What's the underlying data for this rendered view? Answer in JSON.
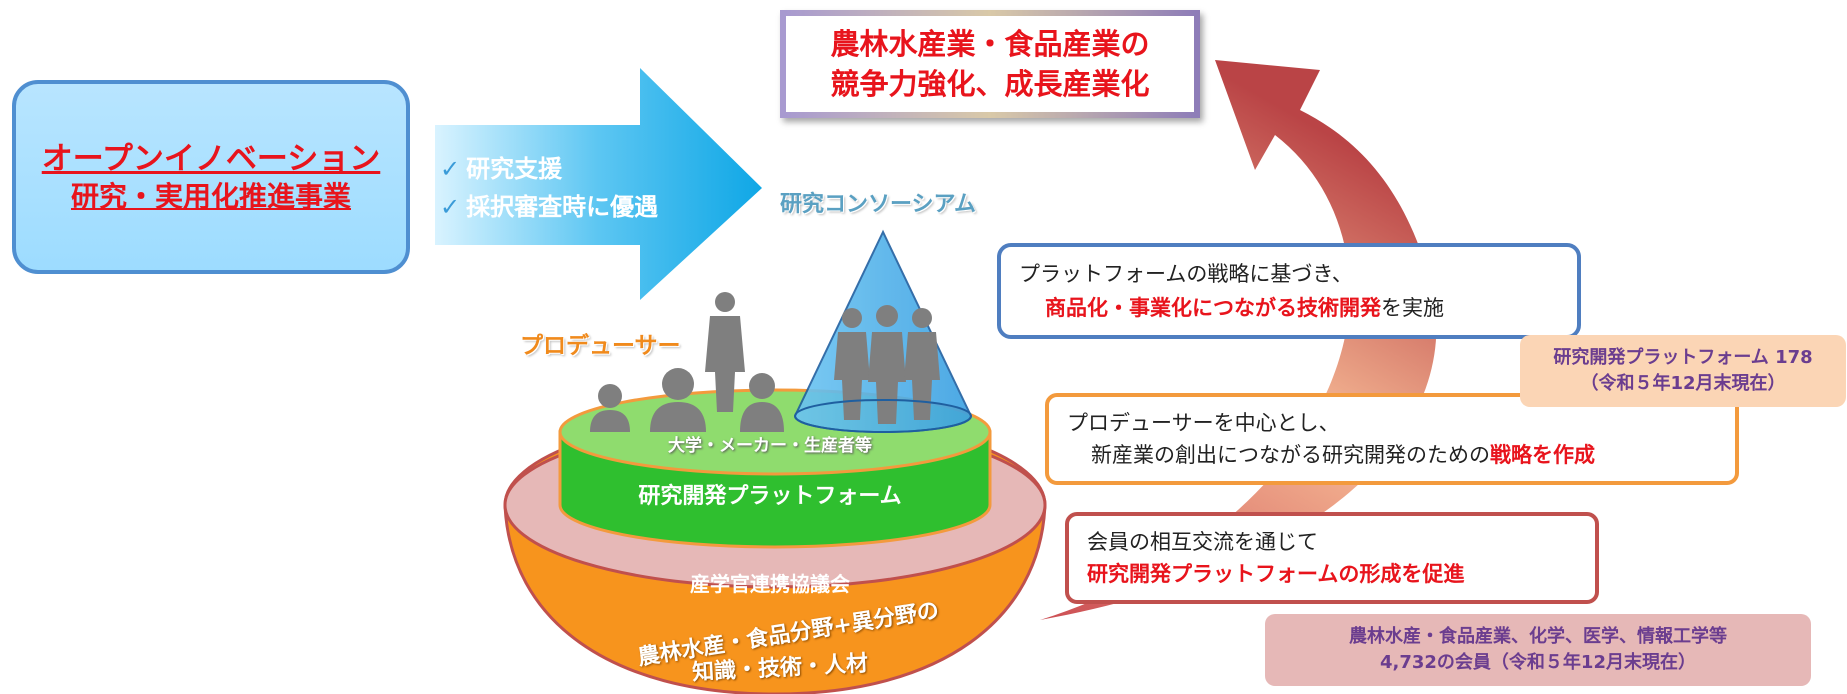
{
  "program": {
    "line1": "オープンイノベーション",
    "line2": "研究・実用化推進事業"
  },
  "support": {
    "items": [
      "研究支援",
      "採択審査時に優遇"
    ]
  },
  "goal": {
    "line1": "農林水産業・食品産業の",
    "line2": "競争力強化、成長産業化"
  },
  "consortium_label": "研究コンソーシアム",
  "producer_label": "プロデューサー",
  "platform": {
    "members": "大学・メーカー・生産者等",
    "name": "研究開発プラットフォーム"
  },
  "council": {
    "name": "産学官連携協議会",
    "knowledge_line1": "農林水産・食品分野+異分野の",
    "knowledge_line2": "知識・技術・人材"
  },
  "strategy_box": {
    "line1": "プラットフォームの戦略に基づき、",
    "line2_highlight": "商品化・事業化につながる技術開発",
    "line2_rest": "を実施"
  },
  "producer_box": {
    "line1": "プロデューサーを中心とし、",
    "line2_plain": "新産業の創出につながる研究開発のための",
    "line2_highlight": "戦略を作成"
  },
  "member_box": {
    "line1": "会員の相互交流を通じて",
    "line2_highlight": "研究開発プラットフォームの形成を促進"
  },
  "platform_count": {
    "line1": "研究開発プラットフォーム 178",
    "line2": "（令和５年12月末現在）"
  },
  "member_count": {
    "line1": "農林水産・食品産業、化学、医学、情報工学等",
    "line2": "4,732の会員（令和５年12月末現在）"
  },
  "colors": {
    "accent_red": "#e8141c",
    "program_blue": "#9ddcff",
    "platform_green": "#33cc33",
    "council_orange": "#f7941d",
    "curved_arrow": "#c95a4a"
  }
}
